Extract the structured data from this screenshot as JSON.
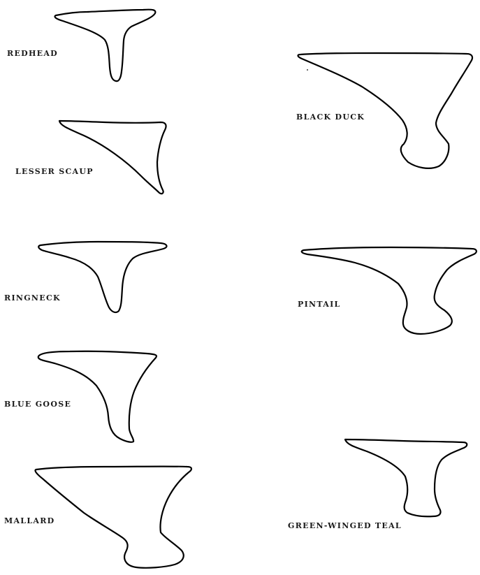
{
  "specimens": [
    {
      "id": "redhead",
      "label": "REDHEAD"
    },
    {
      "id": "lesser-scaup",
      "label": "LESSER SCAUP"
    },
    {
      "id": "ringneck",
      "label": "RINGNECK"
    },
    {
      "id": "blue-goose",
      "label": "BLUE GOOSE"
    },
    {
      "id": "mallard",
      "label": "MALLARD"
    },
    {
      "id": "black-duck",
      "label": "BLACK DUCK"
    },
    {
      "id": "pintail",
      "label": "PINTAIL"
    },
    {
      "id": "green-winged-teal",
      "label": "GREEN-WINGED TEAL"
    }
  ]
}
